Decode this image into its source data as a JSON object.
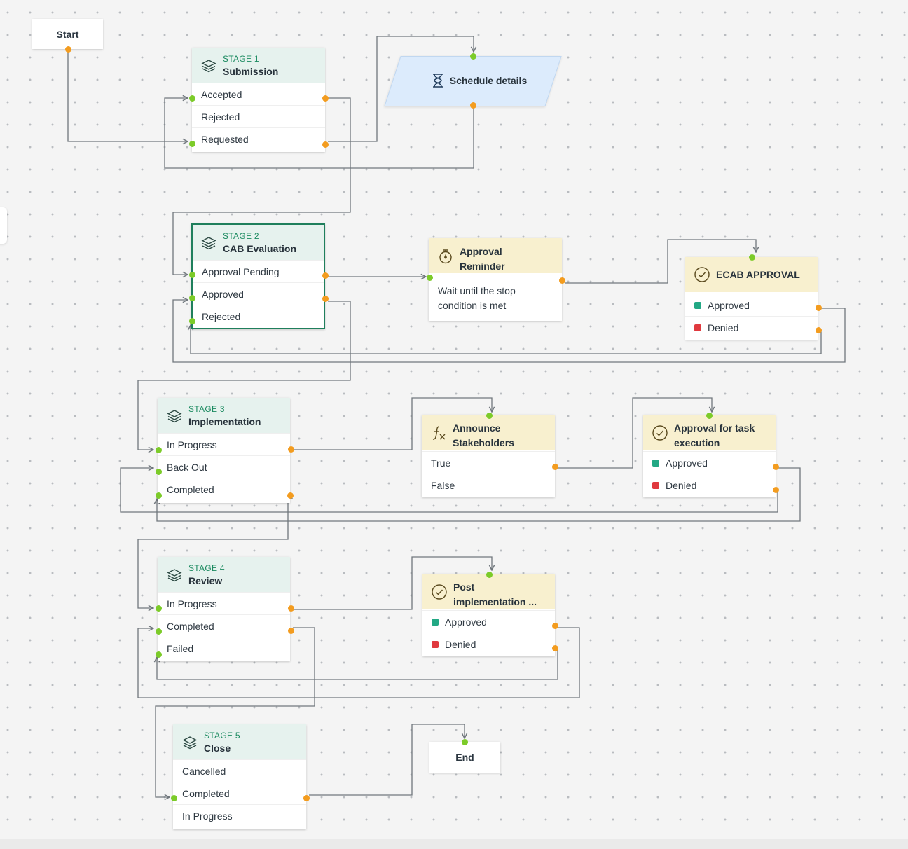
{
  "flow": {
    "start": "Start",
    "end": "End",
    "schedule": "Schedule details",
    "stage1": {
      "tag": "STAGE 1",
      "name": "Submission",
      "rows": [
        "Accepted",
        "Rejected",
        "Requested"
      ]
    },
    "stage2": {
      "tag": "STAGE 2",
      "name": "CAB Evaluation",
      "rows": [
        "Approval Pending",
        "Approved",
        "Rejected"
      ]
    },
    "stage3": {
      "tag": "STAGE 3",
      "name": "Implementation",
      "rows": [
        "In Progress",
        "Back Out",
        "Completed"
      ]
    },
    "stage4": {
      "tag": "STAGE 4",
      "name": "Review",
      "rows": [
        "In Progress",
        "Completed",
        "Failed"
      ]
    },
    "stage5": {
      "tag": "STAGE 5",
      "name": "Close",
      "rows": [
        "Cancelled",
        "Completed",
        "In Progress"
      ]
    },
    "reminder": {
      "title_1": "Approval",
      "title_2": "Reminder",
      "body_1": "Wait until the stop",
      "body_2": "condition is met"
    },
    "ecab": {
      "title": "ECAB APPROVAL",
      "approved": "Approved",
      "denied": "Denied"
    },
    "announce": {
      "title_1": "Announce",
      "title_2": "Stakeholders",
      "true_label": "True",
      "false_label": "False"
    },
    "task_approval": {
      "title_1": "Approval for task",
      "title_2": "execution",
      "approved": "Approved",
      "denied": "Denied"
    },
    "post_impl": {
      "title_1": "Post",
      "title_2": "implementation ...",
      "approved": "Approved",
      "denied": "Denied"
    }
  },
  "colors": {
    "stage_header": "#e6f2ee",
    "action_header": "#f8f0cf",
    "schedule_fill": "#dcebfc",
    "stage_tag": "#1b8a60",
    "port_out": "#f39c1f",
    "port_in": "#7ccb29",
    "approved": "#22a884",
    "denied": "#e0393e",
    "selected_border": "#1f7f5c"
  }
}
